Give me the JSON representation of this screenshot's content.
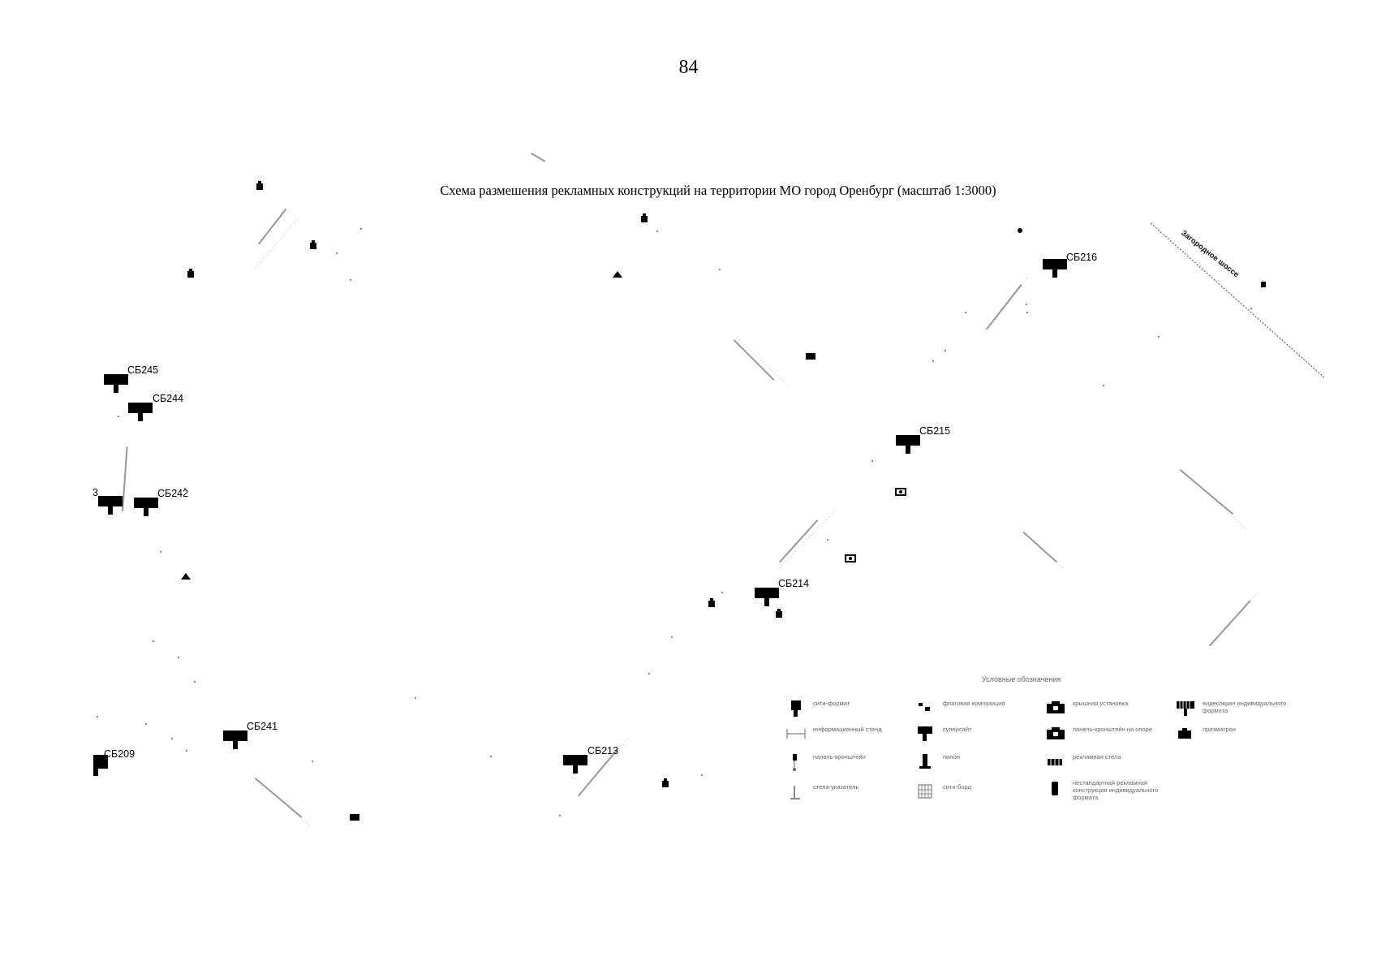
{
  "page_number": "84",
  "title": "Схема размешения рекламных конструкций на территории МО город Оренбург (масштаб 1:3000)",
  "map": {
    "markers": [
      {
        "id": "СБ216",
        "label": "СБ216",
        "type": "city-format"
      },
      {
        "id": "СБ245",
        "label": "СБ245",
        "type": "city-format"
      },
      {
        "id": "СБ244",
        "label": "СБ244",
        "type": "city-format"
      },
      {
        "id": "СБ242",
        "label": "СБ242",
        "type": "city-format"
      },
      {
        "id": "СБ215",
        "label": "СБ215",
        "type": "city-format"
      },
      {
        "id": "СБ214",
        "label": "СБ214",
        "type": "city-format"
      },
      {
        "id": "СБ241",
        "label": "СБ241",
        "type": "city-format"
      },
      {
        "id": "СБ209",
        "label": "СБ209",
        "type": "city-format"
      },
      {
        "id": "СБ213",
        "label": "СБ213",
        "type": "city-format"
      },
      {
        "id": "unlabeled-3",
        "label": "3",
        "type": "city-format"
      }
    ],
    "streets": [
      {
        "name": "Загородное шоссе"
      }
    ]
  },
  "legend": {
    "title": "Условные обозначения",
    "items": [
      {
        "label": "сити-формат"
      },
      {
        "label": "флаговая композиция"
      },
      {
        "label": "крышная установка"
      },
      {
        "label": "видеоэкран индивидуального формата"
      },
      {
        "label": "информационный стенд"
      },
      {
        "label": "суперсайт"
      },
      {
        "label": "панель-кронштейн"
      },
      {
        "label": "пилон"
      },
      {
        "label": "рекламная стела"
      },
      {
        "label": "стела-указатель"
      },
      {
        "label": "сити-борд"
      },
      {
        "label": "панель-кронштейн на опоре"
      },
      {
        "label": "нестандартная рекламная конструкция индивидуального формата"
      },
      {
        "label": "призматрон"
      }
    ]
  }
}
